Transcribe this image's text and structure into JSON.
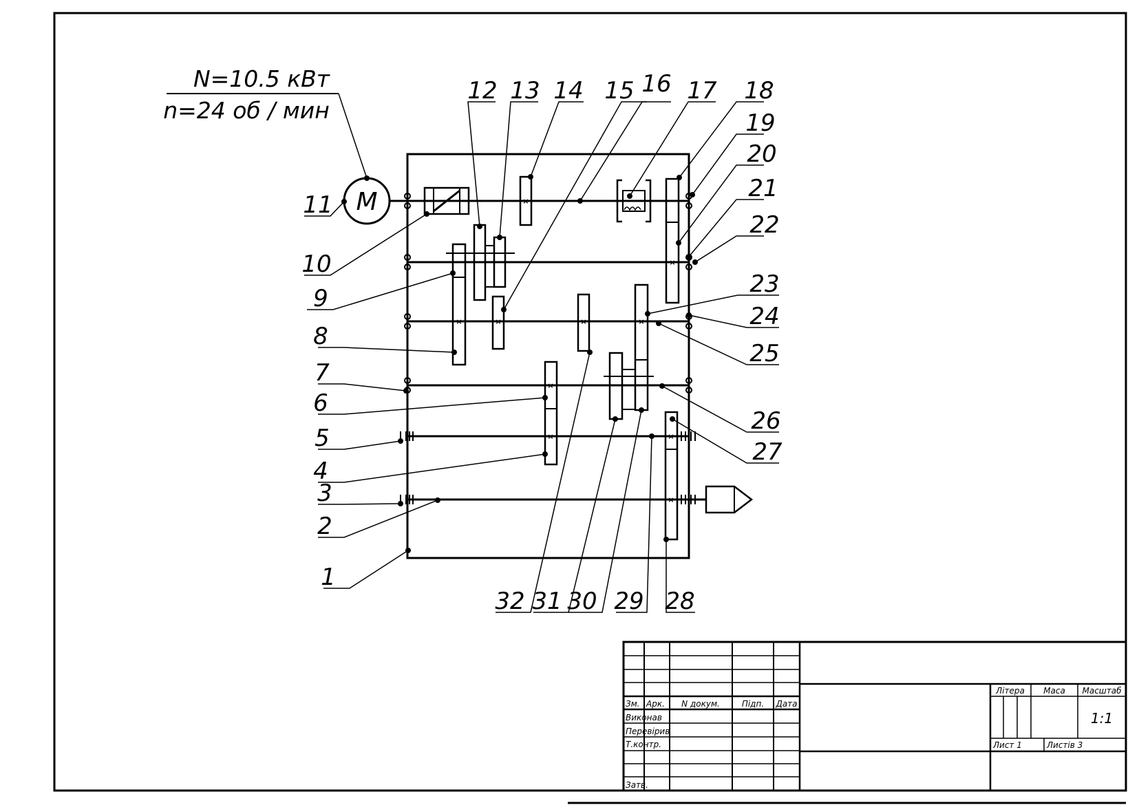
{
  "motor": {
    "symbol": "M",
    "power": "N=10.5 кВт",
    "speed": "n=24 об / мин"
  },
  "callouts": [
    "1",
    "2",
    "3",
    "4",
    "5",
    "6",
    "7",
    "8",
    "9",
    "10",
    "11",
    "12",
    "13",
    "14",
    "15",
    "16",
    "17",
    "18",
    "19",
    "20",
    "21",
    "22",
    "23",
    "24",
    "25",
    "26",
    "27",
    "28",
    "29",
    "30",
    "31",
    "32"
  ],
  "title_block": {
    "headers": {
      "change": "Зм.",
      "sheet_no": "Арк.",
      "doc_no": "N докум.",
      "signature": "Підп.",
      "date": "Дата"
    },
    "roles": [
      "Виконав",
      "Перевірив",
      "Т.контр.",
      "Затв."
    ],
    "litera_label": "Літера",
    "mass_label": "Маса",
    "scale_label": "Масштаб",
    "scale_value": "1:1",
    "sheet_label": "Лист 1",
    "sheets_label": "Листів  3"
  }
}
